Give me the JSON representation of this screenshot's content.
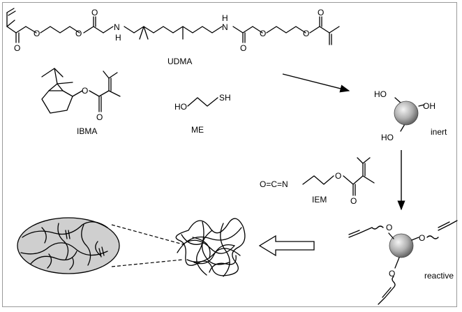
{
  "labels": {
    "udma": "UDMA",
    "ibma": "IBMA",
    "me": "ME",
    "iem": "IEM",
    "inert": "inert",
    "reactive": "reactive"
  },
  "atoms": {
    "O": "O",
    "NH": "NH",
    "H": "H",
    "N": "N",
    "HO": "HO",
    "OH": "OH",
    "SH": "SH",
    "O_eq_C_eq_N": "O=C=N"
  },
  "colors": {
    "border": "#9a9a9a",
    "sphere_light": "#e8e8e8",
    "sphere_dark": "#6a6a6a",
    "ellipse_fill": "#cfcfcf"
  },
  "icons": {
    "reaction-arrow": "diagonal-arrow",
    "down-arrow": "vertical-arrow",
    "hollow-arrow": "left-hollow-arrow"
  }
}
